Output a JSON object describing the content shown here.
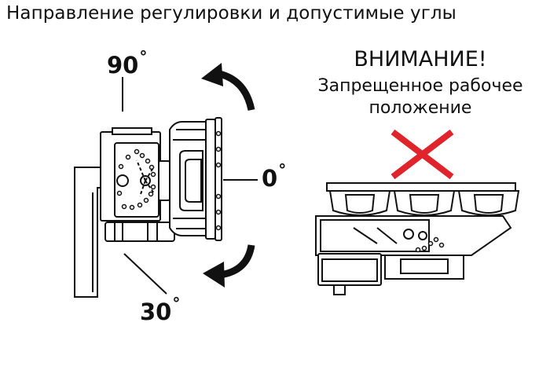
{
  "title": "Направление регулировки и допустимые углы",
  "angles": {
    "top": {
      "value": "90",
      "degree": "°"
    },
    "middle": {
      "value": "0",
      "degree": "°"
    },
    "bottom": {
      "value": "30",
      "degree": "°"
    }
  },
  "warning": {
    "title": "ВНИМАНИЕ!",
    "line1": "Запрещенное рабочее",
    "line2": "положение"
  },
  "colors": {
    "line": "#111111",
    "cross": "#e0242b",
    "fill": "#ffffff"
  }
}
